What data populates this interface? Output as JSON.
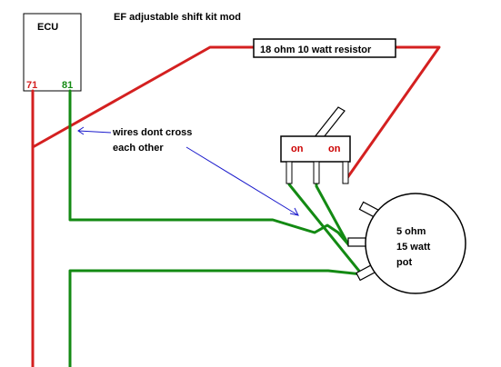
{
  "title": "EF adjustable shift kit mod",
  "ecu": {
    "label": "ECU",
    "pin_left": "71",
    "pin_right": "81"
  },
  "resistor": {
    "label": "18 ohm 10 watt resistor"
  },
  "switch": {
    "left_label": "on",
    "right_label": "on"
  },
  "pot": {
    "line1": "5 ohm",
    "line2": "15 watt",
    "line3": "pot"
  },
  "note": {
    "line1": "wires dont cross",
    "line2": "each  other"
  },
  "colors": {
    "red_wire": "#d42020",
    "green_wire": "#138a13",
    "outline": "#000000",
    "arrow": "#1a1acc",
    "switch_label": "#cc0000"
  }
}
